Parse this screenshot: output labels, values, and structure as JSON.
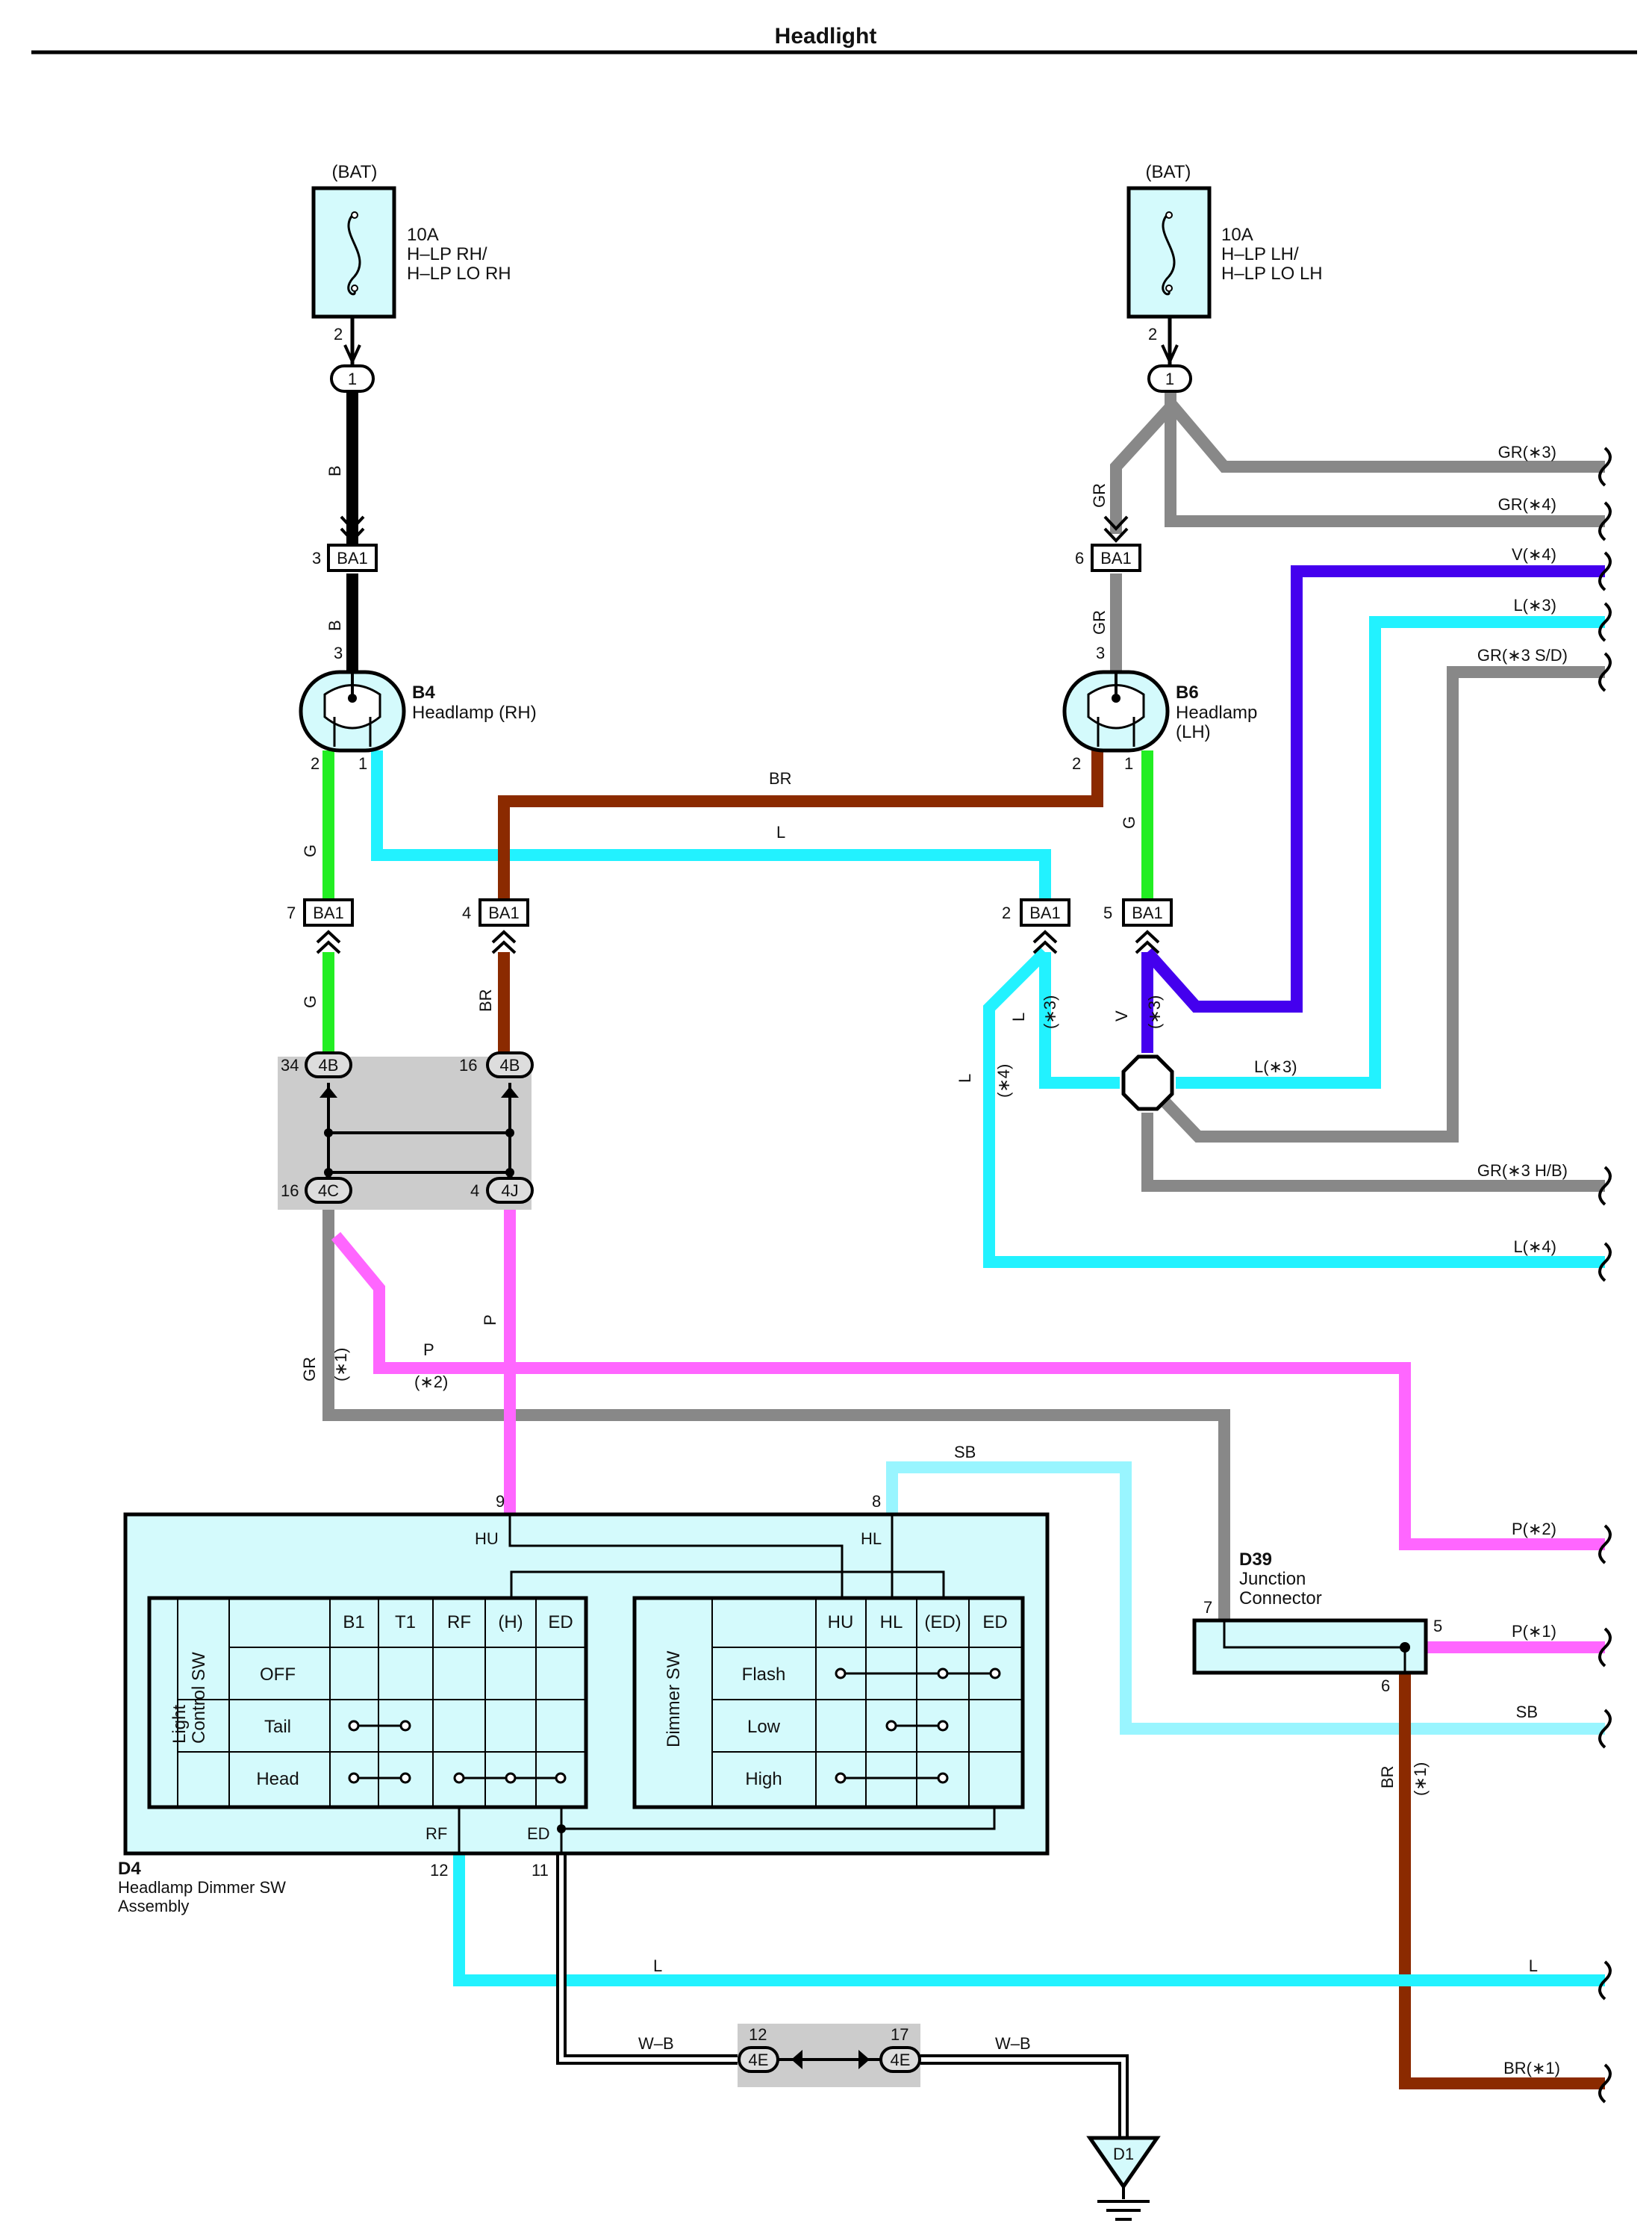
{
  "title": "Headlight",
  "colors": {
    "B": "#000000",
    "G": "#22ee22",
    "L": "#22f2ff",
    "BR": "#8b2a00",
    "GR": "#888888",
    "V": "#4400ee",
    "P": "#ff66ff",
    "SB": "#99f5ff",
    "panel": "#d4fafc",
    "junction_block": "#cccccc"
  },
  "fuses": {
    "rh": {
      "source": "(BAT)",
      "rating": "10A",
      "line1": "H–LP RH/",
      "line2": "H–LP LO RH",
      "pin": "2",
      "conn": "1"
    },
    "lh": {
      "source": "(BAT)",
      "rating": "10A",
      "line1": "H–LP LH/",
      "line2": "H–LP LO LH",
      "pin": "2",
      "conn": "1"
    }
  },
  "headlamps": {
    "rh": {
      "id": "B4",
      "name": "Headlamp (RH)",
      "pin_top": "3",
      "pin_left": "2",
      "pin_right": "1"
    },
    "lh": {
      "id": "B6",
      "name_line1": "Headlamp",
      "name_line2": "(LH)",
      "pin_top": "3",
      "pin_left": "2",
      "pin_right": "1"
    }
  },
  "connectors": {
    "ba1": "BA1",
    "rh_top_pin": "3",
    "lh_top_pin": "6",
    "pin7": "7",
    "pin4": "4",
    "pin2": "2",
    "pin5": "5",
    "j4b": "4B",
    "j4c": "4C",
    "j4j": "4J",
    "j4e": "4E",
    "p34": "34",
    "p16a": "16",
    "p16b": "16",
    "p4": "4",
    "p12": "12",
    "p17": "17"
  },
  "wire_labels": {
    "B": "B",
    "G": "G",
    "L": "L",
    "BR": "BR",
    "GR": "GR",
    "V": "V",
    "P": "P",
    "SB": "SB",
    "WB": "W–B",
    "n1": "(∗1)",
    "n2": "(∗2)",
    "n3": "(∗3)",
    "n4": "(∗4)"
  },
  "right_wires": {
    "gr3": "GR(∗3)",
    "gr4": "GR(∗4)",
    "v4": "V(∗4)",
    "l3": "L(∗3)",
    "gr3sd": "GR(∗3 S/D)",
    "l3mid": "L(∗3)",
    "gr3hb": "GR(∗3 H/B)",
    "l4": "L(∗4)",
    "p2": "P(∗2)",
    "p1": "P(∗1)",
    "sb": "SB",
    "l": "L",
    "br1": "BR(∗1)"
  },
  "switch": {
    "id": "D4",
    "name_line1": "Headlamp Dimmer SW",
    "name_line2": "Assembly",
    "pin_hu": "9",
    "pin_hl": "8",
    "pin_rf": "12",
    "pin_ed": "11",
    "hu": "HU",
    "hl": "HL",
    "rf": "RF",
    "ed": "ED",
    "light_control": {
      "title_line1": "Light",
      "title_line2": "Control SW",
      "columns": [
        "B1",
        "T1",
        "RF",
        "(H)",
        "ED"
      ],
      "rows": [
        "OFF",
        "Tail",
        "Head"
      ]
    },
    "dimmer": {
      "title": "Dimmer SW",
      "columns": [
        "HU",
        "HL",
        "(ED)",
        "ED"
      ],
      "rows": [
        "Flash",
        "Low",
        "High"
      ]
    }
  },
  "junction_connector": {
    "id": "D39",
    "name_line1": "Junction",
    "name_line2": "Connector",
    "pin7": "7",
    "pin5": "5",
    "pin6": "6"
  },
  "ground": {
    "id": "D1"
  }
}
